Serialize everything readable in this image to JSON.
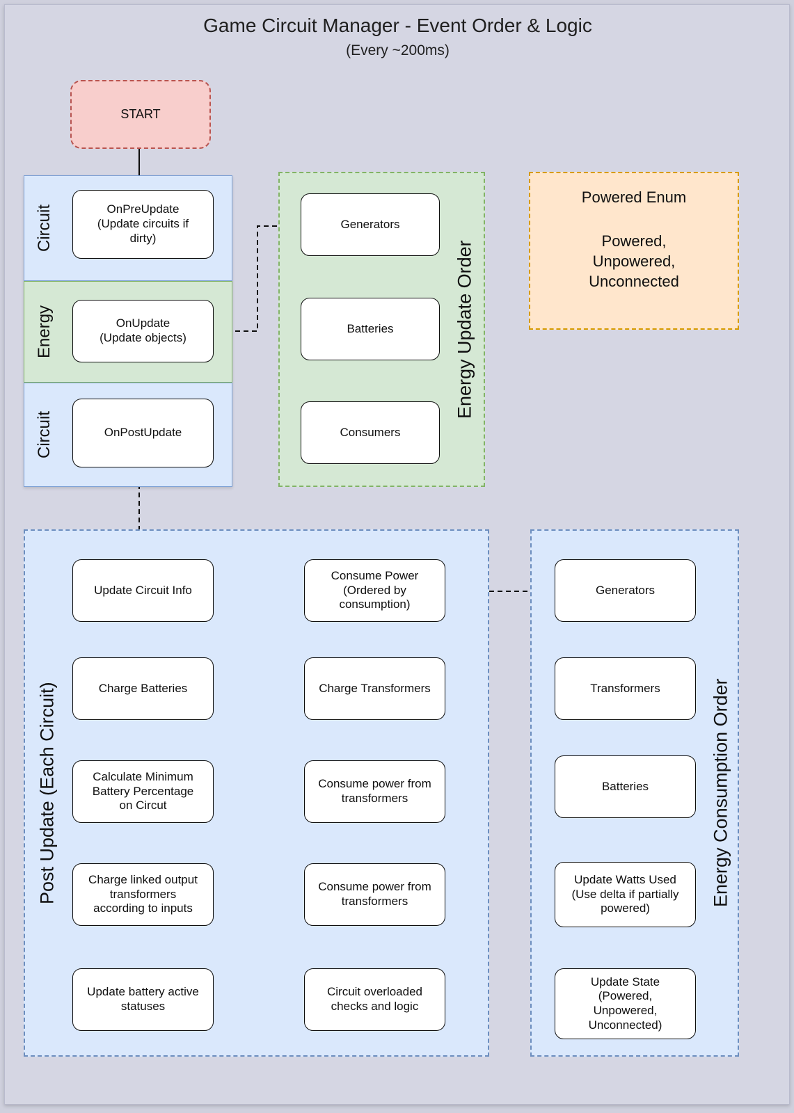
{
  "header": {
    "title": "Game Circuit Manager - Event Order & Logic",
    "subtitle": "(Every ~200ms)"
  },
  "start_node": {
    "label": "START"
  },
  "swimlane": {
    "lanes": [
      {
        "label": "Circuit",
        "node": "OnPreUpdate\n(Update circuits if dirty)"
      },
      {
        "label": "Energy",
        "node": "OnUpdate\n(Update objects)"
      },
      {
        "label": "Circuit",
        "node": "OnPostUpdate"
      }
    ],
    "nodes": [
      {
        "line1": "OnPreUpdate",
        "line2": "(Update circuits if",
        "line3": "dirty)"
      },
      {
        "line1": "OnUpdate",
        "line2": "(Update objects)"
      },
      {
        "line1": "OnPostUpdate"
      }
    ]
  },
  "energy_update_order": {
    "label": "Energy Update Order",
    "nodes": [
      "Generators",
      "Batteries",
      "Consumers"
    ]
  },
  "powered_enum": {
    "title": "Powered Enum",
    "values": [
      "Powered,",
      "Unpowered,",
      "Unconnected"
    ]
  },
  "post_update": {
    "label": "Post Update (Each Circuit)",
    "left_column": [
      {
        "line1": "Update Circuit Info"
      },
      {
        "line1": "Charge Batteries"
      },
      {
        "line1": "Calculate Minimum",
        "line2": "Battery Percentage",
        "line3": "on Circut"
      },
      {
        "line1": "Charge linked output",
        "line2": "transformers",
        "line3": "according to inputs"
      },
      {
        "line1": "Update battery active",
        "line2": "statuses"
      }
    ],
    "right_column": [
      {
        "line1": "Consume Power",
        "line2": "(Ordered by",
        "line3": "consumption)"
      },
      {
        "line1": "Charge Transformers"
      },
      {
        "line1": "Consume power from",
        "line2": "transformers"
      },
      {
        "line1": "Consume power from",
        "line2": "transformers"
      },
      {
        "line1": "Circuit overloaded",
        "line2": "checks and logic"
      }
    ]
  },
  "energy_consumption_order": {
    "label": "Energy Consumption Order",
    "nodes": [
      {
        "line1": "Generators"
      },
      {
        "line1": "Transformers"
      },
      {
        "line1": "Batteries"
      },
      {
        "line1": "Update Watts Used",
        "line2": "(Use delta if partially",
        "line3": "powered)"
      },
      {
        "line1": "Update State",
        "line2": "(Powered,",
        "line3": "Unpowered,",
        "line4": "Unconnected)"
      }
    ]
  },
  "colors": {
    "background": "#d5d6e3",
    "lane_blue_fill": "#dae8fc",
    "lane_blue_stroke": "#6c8ebf",
    "lane_green_fill": "#d5e8d4",
    "lane_green_stroke": "#82b366",
    "start_fill": "#f8cecc",
    "start_stroke": "#b85450",
    "enum_fill": "#ffe6cc",
    "enum_stroke": "#d79b00",
    "node_fill": "#ffffff",
    "node_stroke": "#000000"
  }
}
